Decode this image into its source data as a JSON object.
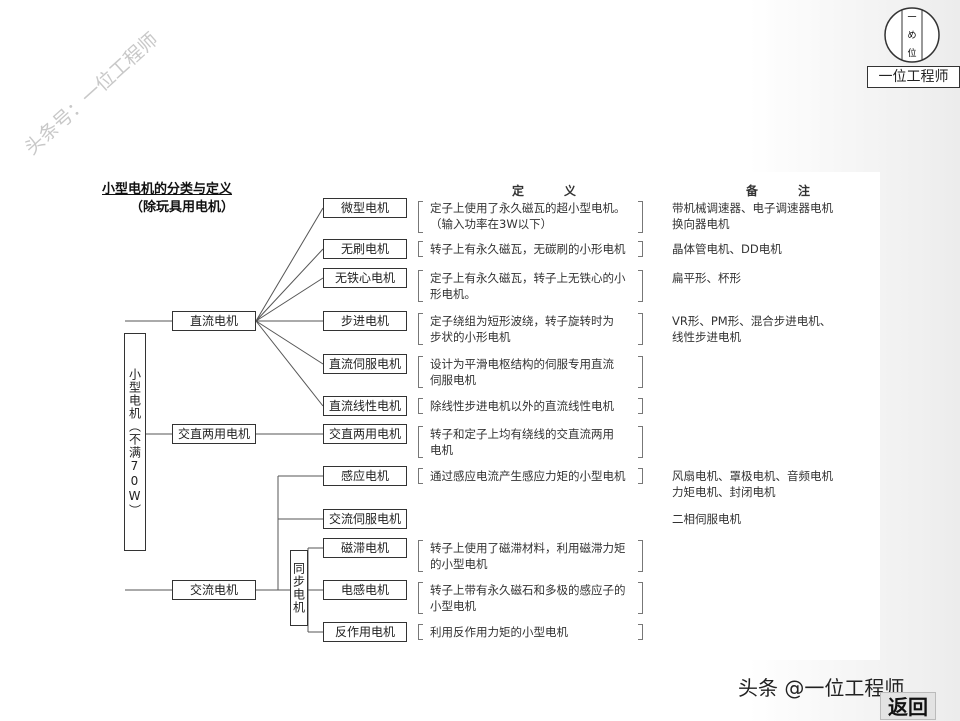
{
  "watermark": "头条号：一位工程师",
  "logo": {
    "label": "一位工程师",
    "glyphs": [
      "一",
      "め",
      "位"
    ]
  },
  "diagram": {
    "title_line1": "小型电机的分类与定义",
    "title_line2": "（除玩具用电机）",
    "col_def": "定　义",
    "col_note": "备　注",
    "root": "小型电机（不满70W）",
    "categories": [
      {
        "key": "dc",
        "label": "直流电机"
      },
      {
        "key": "acdc",
        "label": "交直两用电机"
      },
      {
        "key": "ac",
        "label": "交流电机"
      }
    ],
    "sync_group": "同步电机",
    "items": [
      {
        "label": "微型电机",
        "def": "定子上使用了永久磁瓦的超小型电机。\n（输入功率在3W以下）",
        "note": "带机械调速器、电子调速器电机\n换向器电机"
      },
      {
        "label": "无刷电机",
        "def": "转子上有永久磁瓦，无碳刷的小形电机",
        "note": "晶体管电机、DD电机"
      },
      {
        "label": "无铁心电机",
        "def": "定子上有永久磁瓦，转子上无铁心的小\n形电机。",
        "note": "扁平形、杯形"
      },
      {
        "label": "步进电机",
        "def": "定子绕组为短形波绕，转子旋转时为\n步状的小形电机",
        "note": "VR形、PM形、混合步进电机、\n线性步进电机"
      },
      {
        "label": "直流伺服电机",
        "def": "设计为平滑电枢结构的伺服专用直流\n伺服电机",
        "note": ""
      },
      {
        "label": "直流线性电机",
        "def": "除线性步进电机以外的直流线性电机",
        "note": ""
      },
      {
        "label": "交直两用电机",
        "def": "转子和定子上均有绕线的交直流两用\n电机",
        "note": ""
      },
      {
        "label": "感应电机",
        "def": "通过感应电流产生感应力矩的小型电机",
        "note": "风扇电机、罩极电机、音频电机\n力矩电机、封闭电机"
      },
      {
        "label": "交流伺服电机",
        "def": "",
        "note": "二相伺服电机"
      },
      {
        "label": "磁滞电机",
        "def": "转子上使用了磁滞材料，利用磁滞力矩\n的小型电机",
        "note": ""
      },
      {
        "label": "电感电机",
        "def": "转子上带有永久磁石和多极的感应子的\n小型电机",
        "note": ""
      },
      {
        "label": "反作用电机",
        "def": "利用反作用力矩的小型电机",
        "note": ""
      }
    ]
  },
  "footer": {
    "brand": "头条 @一位工程师",
    "back_button": "返回"
  }
}
